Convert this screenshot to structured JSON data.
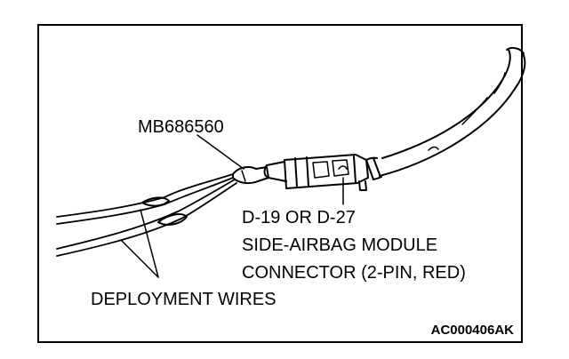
{
  "figure": {
    "labels": {
      "tool_part": "MB686560",
      "connector_line1": "D-19 OR D-27",
      "connector_line2": "SIDE-AIRBAG MODULE",
      "connector_line3": "CONNECTOR (2-PIN, RED)",
      "wires": "DEPLOYMENT WIRES"
    },
    "figure_code": "AC000406AK"
  }
}
